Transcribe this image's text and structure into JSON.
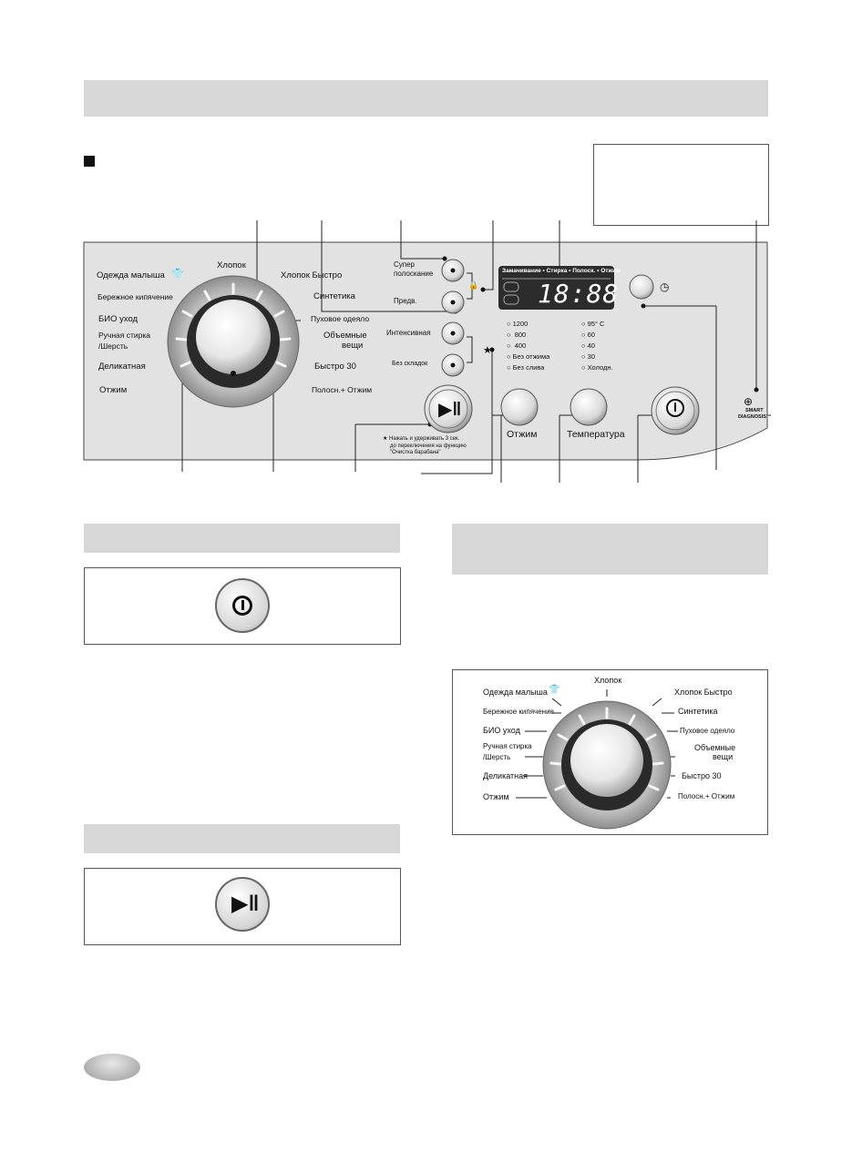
{
  "panel": {
    "programs_left": [
      "Одежда малыша",
      "Бережное кипячение",
      "БИО уход",
      "Ручная стирка",
      "/Шерсть",
      "Деликатная",
      "Отжим"
    ],
    "program_top": "Хлопок",
    "programs_right": [
      "Хлопок Быстро",
      "Синтетика",
      "Пуховое одеяло",
      "Объемные",
      "вещи",
      "Быстро 30",
      "Полосн.+ Отжим"
    ],
    "option_buttons": {
      "super_rinse_line1": "Супер",
      "super_rinse_line2": "полоскание",
      "prewash": "Предв.",
      "intensive": "Интенсивная",
      "no_crease": "Без складок"
    },
    "display": {
      "stages": [
        "Замачивание",
        "Стирка",
        "Полоск.",
        "Отжим"
      ],
      "digits": "18:88"
    },
    "spin_levels": [
      "1200",
      "800",
      "400",
      "Без отжима",
      "Без слива"
    ],
    "temperatures": [
      "95° C",
      "60",
      "40",
      "30",
      "Холодн."
    ],
    "note_line1": "Нажать и удерживать 3 сек.",
    "note_line2": "до переключения на функцию",
    "note_line3": "\"Очистка барабана\"",
    "spin_button": "Отжим",
    "temp_button": "Температура",
    "smart_diagnosis_line1": "SMART",
    "smart_diagnosis_line2": "DIAGNOSIS™",
    "asterisk": "★"
  },
  "dial_figure": {
    "program_top": "Хлопок",
    "programs_left": [
      "Одежда малыша",
      "Бережное кипячение",
      "БИО уход",
      "Ручная стирка",
      "/Шерсть",
      "Деликатная",
      "Отжим"
    ],
    "programs_right": [
      "Хлопок Быстро",
      "Синтетика",
      "Пуховое одеяло",
      "Объемные",
      "вещи",
      "Быстро 30",
      "Полосн.+ Отжим"
    ]
  },
  "icons": {
    "power": "power-icon",
    "start_pause": "play-pause-icon",
    "timer": "clock-icon",
    "child_lock": "lock-icon"
  }
}
